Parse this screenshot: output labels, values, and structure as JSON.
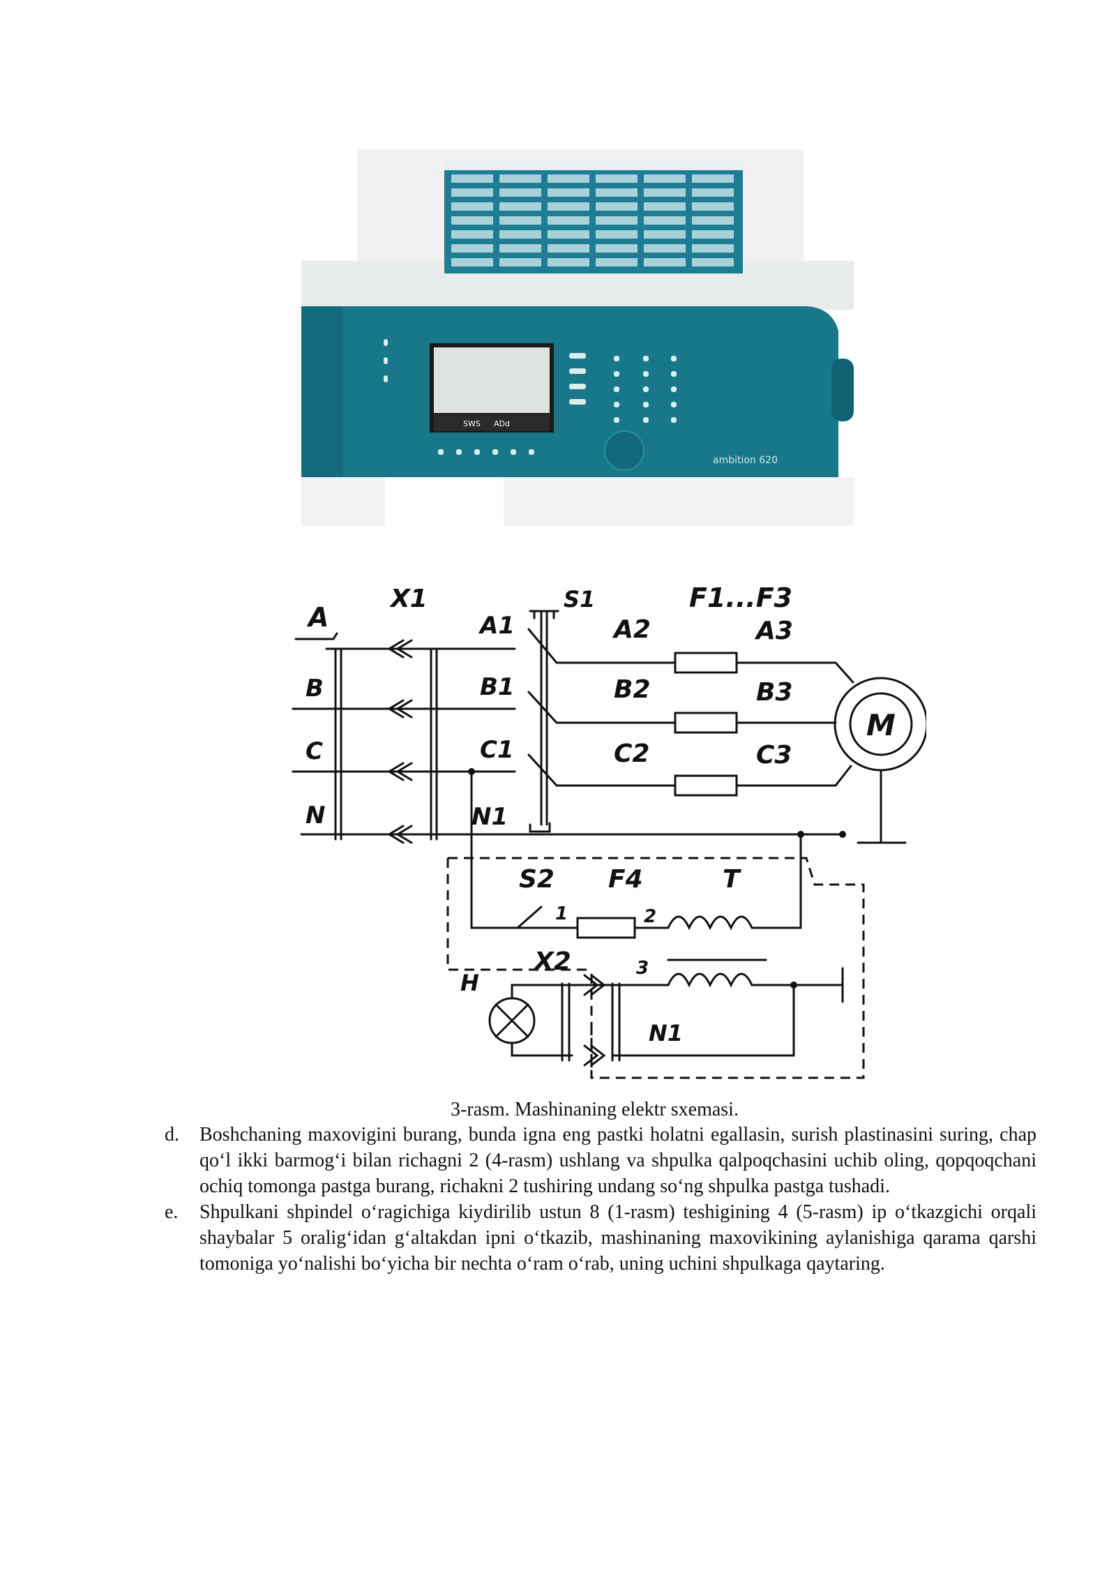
{
  "photo": {
    "brand_text": "ambition 620",
    "screen_labels": [
      "SWS",
      "ADd"
    ]
  },
  "diagram": {
    "labels": {
      "A": "A",
      "B": "B",
      "C": "C",
      "N": "N",
      "X1": "X1",
      "S1": "S1",
      "F1F3": "F1...F3",
      "A1": "A1",
      "B1": "B1",
      "C1": "C1",
      "N1": "N1",
      "A2": "A2",
      "B2": "B2",
      "C2": "C2",
      "A3": "A3",
      "B3": "B3",
      "C3": "C3",
      "M": "M",
      "S2": "S2",
      "F4": "F4",
      "T": "T",
      "n1": "1",
      "n2": "2",
      "n3": "3",
      "X2": "X2",
      "H": "H",
      "N1b": "N1"
    }
  },
  "caption": "3-rasm. Mashinaning elektr sxemasi.",
  "items": [
    {
      "marker": "d.",
      "text": "Boshchaning maxovigini burang, bunda igna eng pastki holatni egallasin, surish plastinasini suring, chap qo‘l ikki barmog‘i bilan richagni 2 (4-rasm) ushlang va shpulka qalpoqchasini uchib oling, qopqoqchani ochiq tomonga pastga burang, richakni 2 tushiring undang so‘ng shpulka pastga tushadi."
    },
    {
      "marker": "e.",
      "text": "Shpulkani shpindel o‘ragichiga kiydirilib ustun 8 (1-rasm) teshigining 4 (5-rasm) ip o‘tkazgichi orqali shaybalar 5 oralig‘idan g‘altakdan ipni o‘tkazib, mashinaning maxovikining aylanishiga qarama qarshi tomoniga yo‘nalishi bo‘yicha bir nechta o‘ram o‘rab, uning uchini shpulkaga qaytaring."
    }
  ]
}
